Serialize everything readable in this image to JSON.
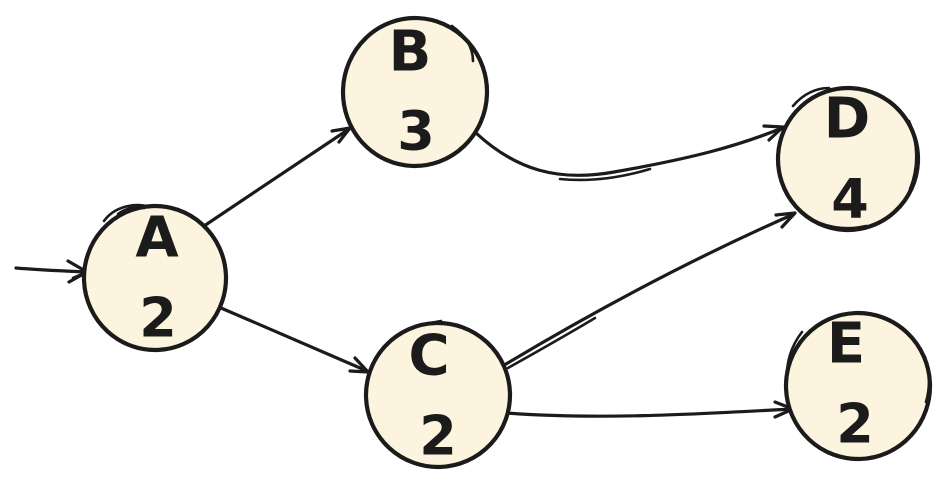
{
  "diagram": {
    "type": "directed-graph",
    "style": "hand-drawn",
    "background_color": "#ffffff",
    "node_fill": "#fcf4de",
    "stroke_color": "#1b1b1b",
    "nodes": [
      {
        "id": "A",
        "label": "A",
        "value": "2"
      },
      {
        "id": "B",
        "label": "B",
        "value": "3"
      },
      {
        "id": "C",
        "label": "C",
        "value": "2"
      },
      {
        "id": "D",
        "label": "D",
        "value": "4"
      },
      {
        "id": "E",
        "label": "E",
        "value": "2"
      }
    ],
    "edges": [
      {
        "from": "start",
        "to": "A"
      },
      {
        "from": "A",
        "to": "B"
      },
      {
        "from": "A",
        "to": "C"
      },
      {
        "from": "B",
        "to": "D"
      },
      {
        "from": "C",
        "to": "D"
      },
      {
        "from": "C",
        "to": "E"
      }
    ]
  }
}
